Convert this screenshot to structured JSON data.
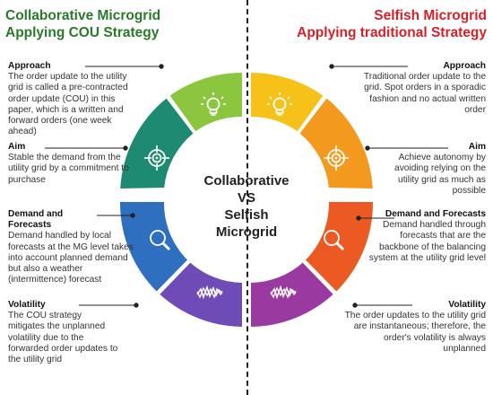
{
  "left": {
    "title_line1": "Collaborative Microgrid",
    "title_line2": "Applying COU Strategy",
    "approach_head": "Approach",
    "approach_body": "The order update to the utility grid is called a pre-contracted order update (COU) in this paper, which is a written and forward orders (one week ahead)",
    "aim_head": "Aim",
    "aim_body": "Stable the demand from the utility grid  by a commitment to purchase",
    "demand_head": "Demand and Forecasts",
    "demand_body": "Demand handled by local forecasts at the MG level takes into account planned demand but also a weather (intermittence) forecast",
    "volatility_head": "Volatility",
    "volatility_body": "The COU strategy mitigates the unplanned volatility due to the forwarded order updates to the utility grid"
  },
  "right": {
    "title_line1": "Selfish Microgrid",
    "title_line2": "Applying traditional Strategy",
    "approach_head": "Approach",
    "approach_body": "Traditional order update to the grid. Spot orders in a sporadic fashion and no actual written order",
    "aim_head": "Aim",
    "aim_body": "Achieve autonomy by avoiding relying on the utility grid as much as possible",
    "demand_head": "Demand and Forecasts",
    "demand_body": "Demand handled through forecasts that are the backbone of the balancing system at the utility grid level",
    "volatility_head": "Volatility",
    "volatility_body": "The order updates to the utility grid are instantaneous; therefore, the order's volatility is always unplanned"
  },
  "center": {
    "line1": "Collaborative",
    "line2": "VS",
    "line3": "Selfish",
    "line4": "Microgrid"
  },
  "colors": {
    "left_segments": [
      "#8cc63f",
      "#1f8a72",
      "#2e6fc0",
      "#6f4bb8"
    ],
    "right_segments": [
      "#f6c21a",
      "#f39a1e",
      "#ec5a24",
      "#9a3aa0"
    ],
    "left_title": "#2a7a2a",
    "right_title": "#d3222a"
  },
  "icons": [
    "lightbulb-icon",
    "target-icon",
    "magnifier-icon",
    "volatility-wave-icon"
  ]
}
